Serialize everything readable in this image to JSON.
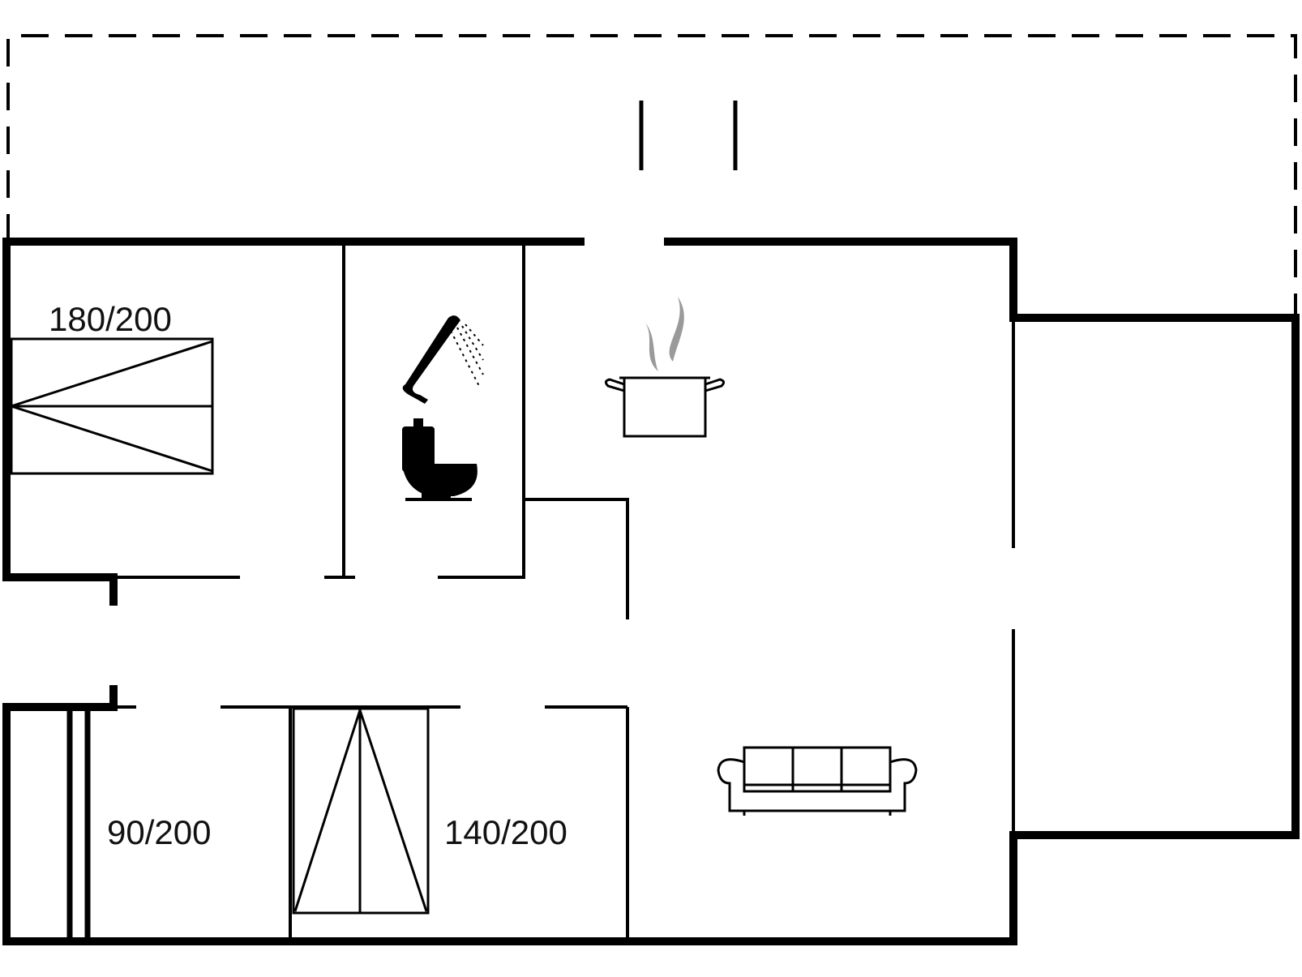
{
  "plan": {
    "colors": {
      "wall": "#000000",
      "background": "#ffffff",
      "steam": "#9a9a9a"
    },
    "rooms": [
      {
        "id": "bedroom-double",
        "bed_label": "180/200"
      },
      {
        "id": "bathroom",
        "fixtures": [
          "shower-icon",
          "toilet-icon"
        ]
      },
      {
        "id": "kitchen",
        "fixtures": [
          "cooking-pot-icon"
        ]
      },
      {
        "id": "bedroom-single",
        "bed_label": "90/200"
      },
      {
        "id": "bedroom-medium",
        "bed_label": "140/200"
      },
      {
        "id": "living-room",
        "fixtures": [
          "sofa-icon"
        ]
      }
    ]
  }
}
